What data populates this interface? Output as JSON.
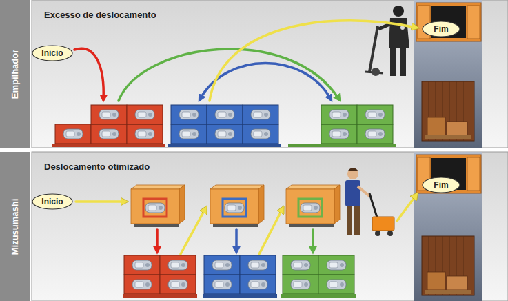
{
  "diagram": {
    "nodes": [
      {
        "text": [
          "Empilhador"
        ]
      },
      {
        "text": [
          "Excesso de deslocamento"
        ]
      },
      {
        "text": [
          "Inicio"
        ],
        "in": 1
      },
      {
        "text": [
          "Fim"
        ],
        "in": 1
      },
      {
        "text": [
          "Mizusumashi"
        ]
      },
      {
        "text": [
          "Deslocamento otimizado"
        ]
      },
      {
        "text": [
          "Inicio"
        ],
        "in": 5
      },
      {
        "text": [
          "Fim"
        ],
        "in": 5
      }
    ]
  }
}
